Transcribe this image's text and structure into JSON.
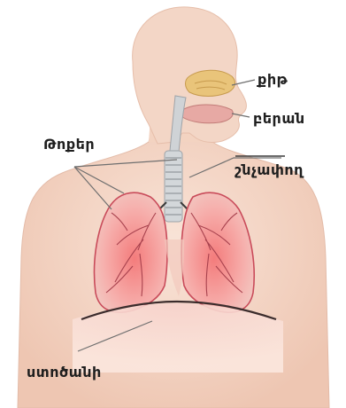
{
  "labels": {
    "nose": "քիթ",
    "mouth": "բերան",
    "trachea": "շնչափող",
    "lungs": "Թոքեր",
    "diaphragm": "ստոծանի"
  },
  "colors": {
    "skin": "#f4d8c8",
    "skin_edge": "#e2b8a4",
    "lung_fill": "#f08a8a",
    "lung_edge": "#c94b5a",
    "airway": "#a9aeb3",
    "nasal": "#e8c074",
    "diaphragm_line": "#3b2c2c",
    "label_text": "#1f1f1f"
  }
}
